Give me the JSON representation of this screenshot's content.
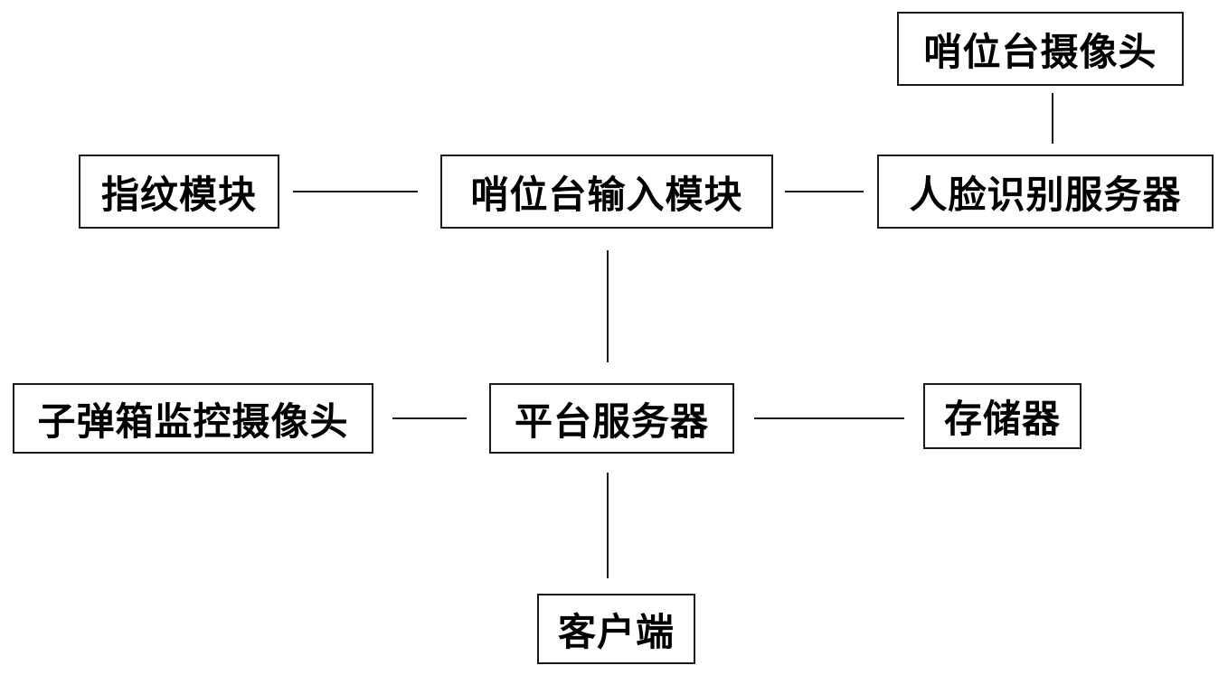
{
  "diagram": {
    "nodes": {
      "camera_top": "哨位台摄像头",
      "fingerprint": "指纹模块",
      "input_module": "哨位台输入模块",
      "face_server": "人脸识别服务器",
      "ammo_camera": "子弹箱监控摄像头",
      "platform_server": "平台服务器",
      "storage": "存储器",
      "client": "客户端"
    },
    "edges": [
      {
        "from": "camera_top",
        "to": "face_server"
      },
      {
        "from": "fingerprint",
        "to": "input_module"
      },
      {
        "from": "input_module",
        "to": "face_server"
      },
      {
        "from": "input_module",
        "to": "platform_server"
      },
      {
        "from": "ammo_camera",
        "to": "platform_server"
      },
      {
        "from": "platform_server",
        "to": "storage"
      },
      {
        "from": "platform_server",
        "to": "client"
      }
    ]
  }
}
